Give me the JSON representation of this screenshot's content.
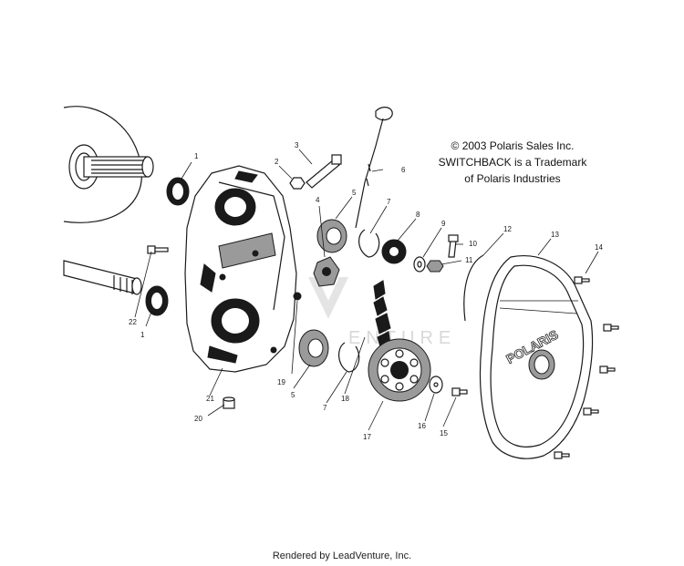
{
  "notice": {
    "copyright": "© 2003 Polaris Sales Inc.",
    "trademark_line1": "SWITCHBACK is a Trademark",
    "trademark_line2": "of Polaris Industries"
  },
  "watermark": "ENTURE",
  "cover_brand": "POLARIS",
  "footer": "Rendered by LeadVenture, Inc.",
  "callouts": {
    "c1a": "1",
    "c1b": "1",
    "c2": "2",
    "c3": "3",
    "c4": "4",
    "c5a": "5",
    "c5b": "5",
    "c6": "6",
    "c7a": "7",
    "c7b": "7",
    "c8": "8",
    "c9": "9",
    "c10": "10",
    "c11": "11",
    "c12": "12",
    "c13": "13",
    "c14": "14",
    "c15": "15",
    "c16": "16",
    "c17": "17",
    "c18": "18",
    "c19": "19",
    "c20": "20",
    "c21": "21",
    "c22": "22"
  }
}
